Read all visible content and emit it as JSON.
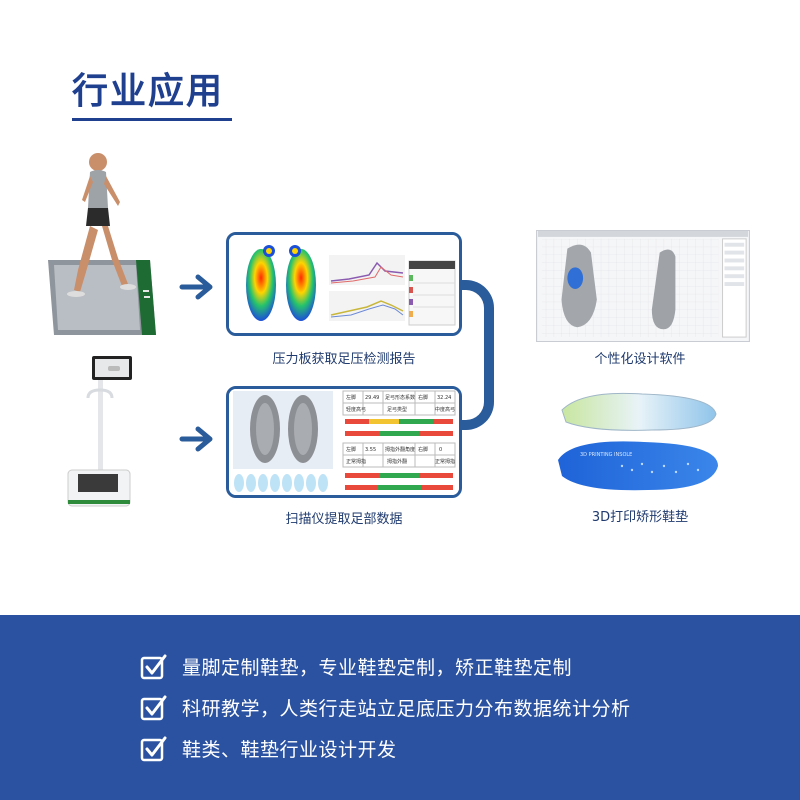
{
  "title": "行业应用",
  "captions": {
    "pressure": "压力板获取足压检测报告",
    "scanner": "扫描仪提取足部数据",
    "software": "个性化设计软件",
    "insole": "3D打印矫形鞋垫"
  },
  "scan_table": {
    "rows": [
      [
        "左脚",
        "29.49",
        "足弓形态系数",
        "右脚",
        "32.24"
      ],
      [
        "轻度高弓",
        "",
        "足弓类型",
        "",
        "中度高弓"
      ],
      [
        "左脚",
        "3.55",
        "拇指外翻角度",
        "右脚",
        "0"
      ],
      [
        "正常拇指",
        "",
        "拇指外翻",
        "",
        "正常拇指"
      ]
    ]
  },
  "insole_brand": "3D PRINTING INSOLE",
  "benefits": [
    "量脚定制鞋垫，专业鞋垫定制，矫正鞋垫定制",
    "科研教学，人类行走站立足底压力分布数据统计分析",
    "鞋类、鞋垫行业设计开发"
  ],
  "colors": {
    "brand_blue": "#1f3f8f",
    "band_blue": "#2b52a0",
    "arrow_blue": "#2a5b9a"
  }
}
